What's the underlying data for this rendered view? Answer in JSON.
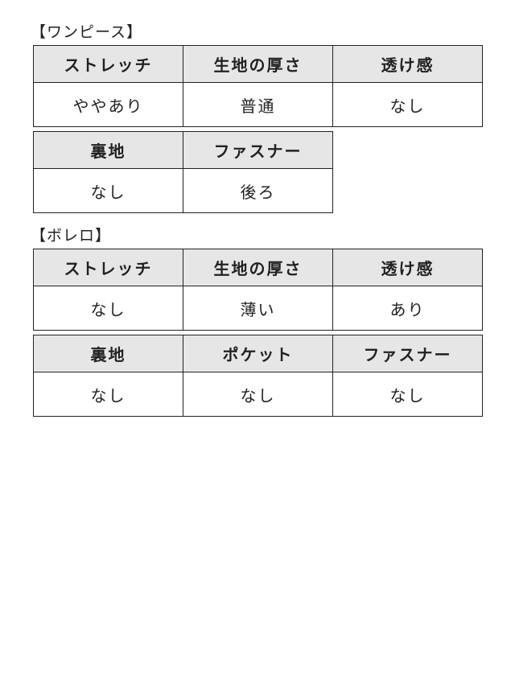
{
  "sections": [
    {
      "label": "【ワンピース】",
      "tables": [
        {
          "headers": [
            "ストレッチ",
            "生地の厚さ",
            "透け感"
          ],
          "values": [
            "ややあり",
            "普通",
            "なし"
          ]
        },
        {
          "headers": [
            "裏地",
            "ファスナー"
          ],
          "values": [
            "なし",
            "後ろ"
          ]
        }
      ]
    },
    {
      "label": "【ボレロ】",
      "tables": [
        {
          "headers": [
            "ストレッチ",
            "生地の厚さ",
            "透け感"
          ],
          "values": [
            "なし",
            "薄い",
            "あり"
          ]
        },
        {
          "headers": [
            "裏地",
            "ポケット",
            "ファスナー"
          ],
          "values": [
            "なし",
            "なし",
            "なし"
          ]
        }
      ]
    }
  ]
}
